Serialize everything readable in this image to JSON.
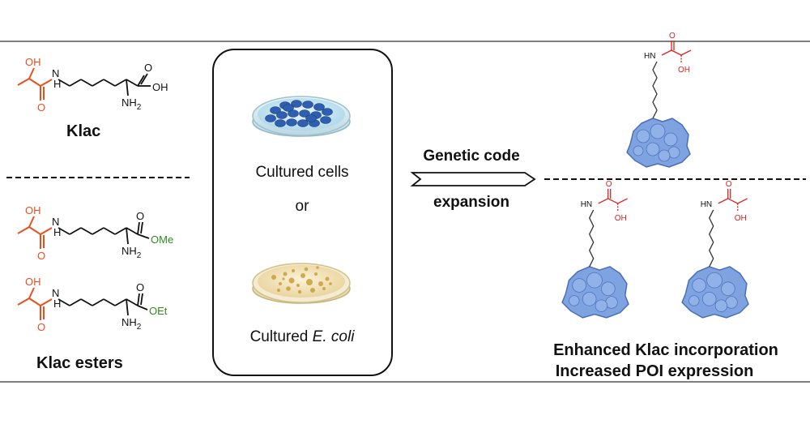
{
  "left": {
    "klac": {
      "name": "Klac",
      "atoms": {
        "oh": "OH",
        "nh": "N",
        "h": "H",
        "o": "O",
        "cooh_oh": "OH",
        "nh2": "NH",
        "nh2_sub": "2"
      }
    },
    "esters": {
      "name": "Klac esters",
      "methyl": {
        "oh": "OH",
        "nh": "N",
        "h": "H",
        "o": "O",
        "ester": "OMe",
        "nh2": "NH",
        "nh2_sub": "2"
      },
      "ethyl": {
        "oh": "OH",
        "nh": "N",
        "h": "H",
        "o": "O",
        "ester": "OEt",
        "nh2": "NH",
        "nh2_sub": "2"
      }
    }
  },
  "center": {
    "cells_label": "Cultured cells",
    "or_label": "or",
    "ecoli_prefix": "Cultured ",
    "ecoli_italic": "E. coli"
  },
  "arrow": {
    "top_label": "Genetic code",
    "bottom_label": "expansion"
  },
  "right": {
    "protein_atoms": {
      "hn": "HN",
      "o": "O",
      "oh": "OH"
    },
    "caption_line1": "Enhanced Klac incorporation",
    "caption_line2": "Increased POI expression"
  },
  "colors": {
    "lactyl": "#e8501e",
    "ester": "#2e8b1e",
    "protein_fill": "#7fa3e0",
    "protein_stroke": "#4a6fb8",
    "right_red": "#e02020"
  }
}
